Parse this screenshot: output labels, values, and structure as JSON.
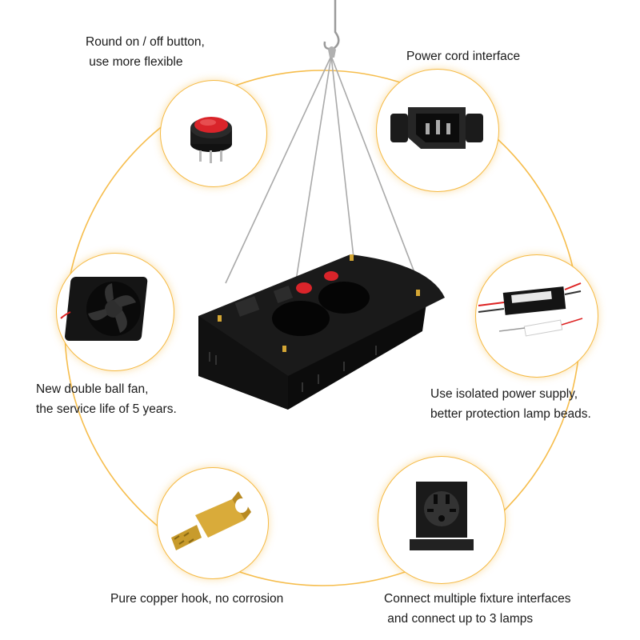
{
  "features": {
    "switch": {
      "line1": "Round on / off button,",
      "line2": " use more flexible"
    },
    "power": {
      "line1": "Power cord interface"
    },
    "fan": {
      "line1": "New double ball fan,",
      "line2": "the service life of 5 years."
    },
    "supply": {
      "line1": "Use isolated power supply,",
      "line2": "better protection lamp beads."
    },
    "hook": {
      "line1": "Pure copper hook, no corrosion"
    },
    "connect": {
      "line1": "Connect multiple fixture interfaces",
      "line2": " and connect up to 3 lamps"
    }
  },
  "colors": {
    "ring": "#f5b942",
    "lamp_body": "#141414",
    "switch_red": "#d9242a",
    "brass": "#d4a634"
  },
  "icons": [
    "rocker-switch-icon",
    "iec-socket-icon",
    "cooling-fan-icon",
    "power-supply-icon",
    "copper-hook-icon",
    "universal-socket-icon",
    "grow-light-lamp"
  ]
}
